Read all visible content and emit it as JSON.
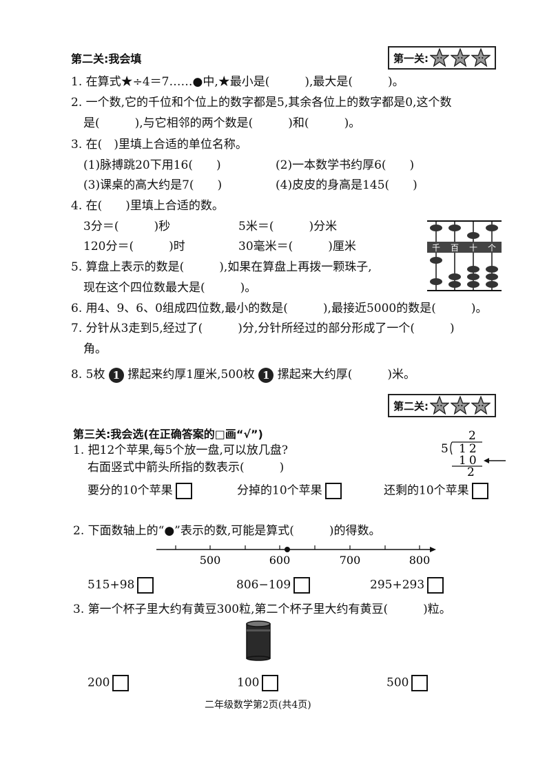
{
  "section2": {
    "title": "第二关:我会填",
    "badge_top": "第一关:",
    "badge_bottom": "第二关:",
    "q1": "1. 在算式★÷4＝7……●中,★最小是(　　　),最大是(　　　)。",
    "q2_a": "2. 一个数,它的千位和个位上的数字都是5,其余各位上的数字都是0,这个数",
    "q2_b": "是(　　　),与它相邻的两个数是(　　　)和(　　　)。",
    "q3": "3. 在(　)里填上合适的单位名称。",
    "q3_1": "(1)脉搏跳20下用16(　　)",
    "q3_2": "(2)一本数学书约厚6(　　)",
    "q3_3": "(3)课桌的高大约是7(　　)",
    "q3_4": "(4)皮皮的身高是145(　　)",
    "q4": "4. 在(　　)里填上合适的数。",
    "q4_1": "3分＝(　　　)秒",
    "q4_2": "5米＝(　　　)分米",
    "q4_3": "120分＝(　　　)时",
    "q4_4": "30毫米＝(　　　)厘米",
    "q5_a": "5. 算盘上表示的数是(　　　),如果在算盘上再拨一颗珠子,",
    "q5_b": "现在这个四位数最大是(　　　)。",
    "abacus_labels": [
      "千",
      "百",
      "十",
      "个"
    ],
    "q6": "6. 用4、9、6、0组成四位数,最小的数是(　　　),最接近5000的数是(　　　)。",
    "q7_a": "7. 分针从3走到5,经过了(　　　)分,分针所经过的部分形成了一个(　　　)",
    "q7_b": "角。",
    "q8_a": "8. 5枚",
    "q8_b": "摞起来约厚1厘米,500枚",
    "q8_c": "摞起来大约厚(　　　)米。",
    "coin": "1"
  },
  "section3": {
    "title": "第三关:我会选(在正确答案的□画“√”)",
    "q1_a": "1. 把12个苹果,每5个放一盘,可以放几盘?",
    "q1_b": "右面竖式中箭头所指的数表示(　　　)",
    "q1_opts": [
      "要分的10个苹果",
      "分掉的10个苹果",
      "还剩的10个苹果"
    ],
    "division": {
      "quotient": "2",
      "divisor": "5",
      "dividend": "12",
      "product": "10",
      "remainder": "2"
    },
    "q2": "2. 下面数轴上的“●”表示的数,可能是算式(　　　)的得数。",
    "axis_labels": [
      "500",
      "600",
      "700",
      "800"
    ],
    "q2_opts": [
      "515+98",
      "806−109",
      "295+293"
    ],
    "q3": "3. 第一个杯子里大约有黄豆300粒,第二个杯子里大约有黄豆(　　　)粒。",
    "q3_opts": [
      "200",
      "100",
      "500"
    ]
  },
  "footer": "二年级数学第2页(共4页)",
  "colors": {
    "ink": "#111111",
    "star": "#999999"
  }
}
